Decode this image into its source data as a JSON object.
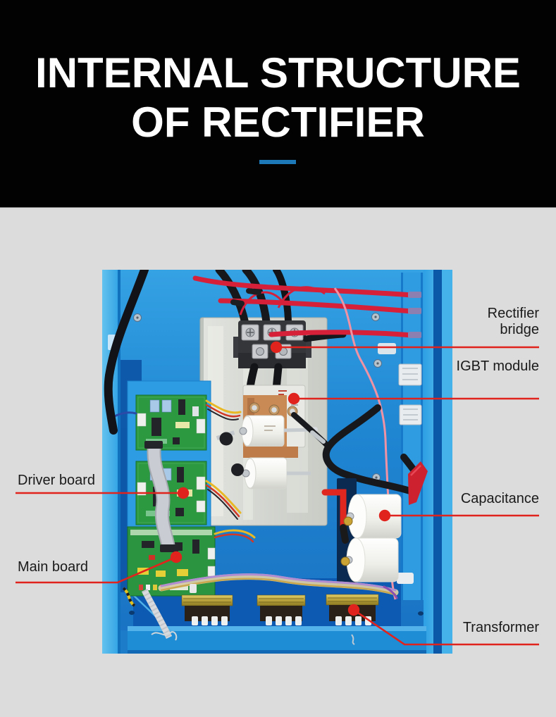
{
  "header": {
    "title_line1": "INTERNAL STRUCTURE",
    "title_line2": "OF RECTIFIER",
    "background_color": "#020202",
    "text_color": "#ffffff",
    "accent_dash_color": "#1d79b8"
  },
  "figure": {
    "description": "photo of rectifier cabinet internals with red callout markers",
    "page_background": "#dcdcdc",
    "cabinet_blue": "#1e8ad4",
    "callout_color": "#e0231d",
    "label_color": "#1a1a1a",
    "callouts": [
      {
        "id": "rectifier-bridge",
        "label": "Rectifier bridge",
        "side": "right"
      },
      {
        "id": "igbt-module",
        "label": "IGBT module",
        "side": "right"
      },
      {
        "id": "capacitance",
        "label": "Capacitance",
        "side": "right"
      },
      {
        "id": "transformer",
        "label": "Transformer",
        "side": "right"
      },
      {
        "id": "driver-board",
        "label": "Driver board",
        "side": "left"
      },
      {
        "id": "main-board",
        "label": "Main board",
        "side": "left"
      }
    ]
  }
}
